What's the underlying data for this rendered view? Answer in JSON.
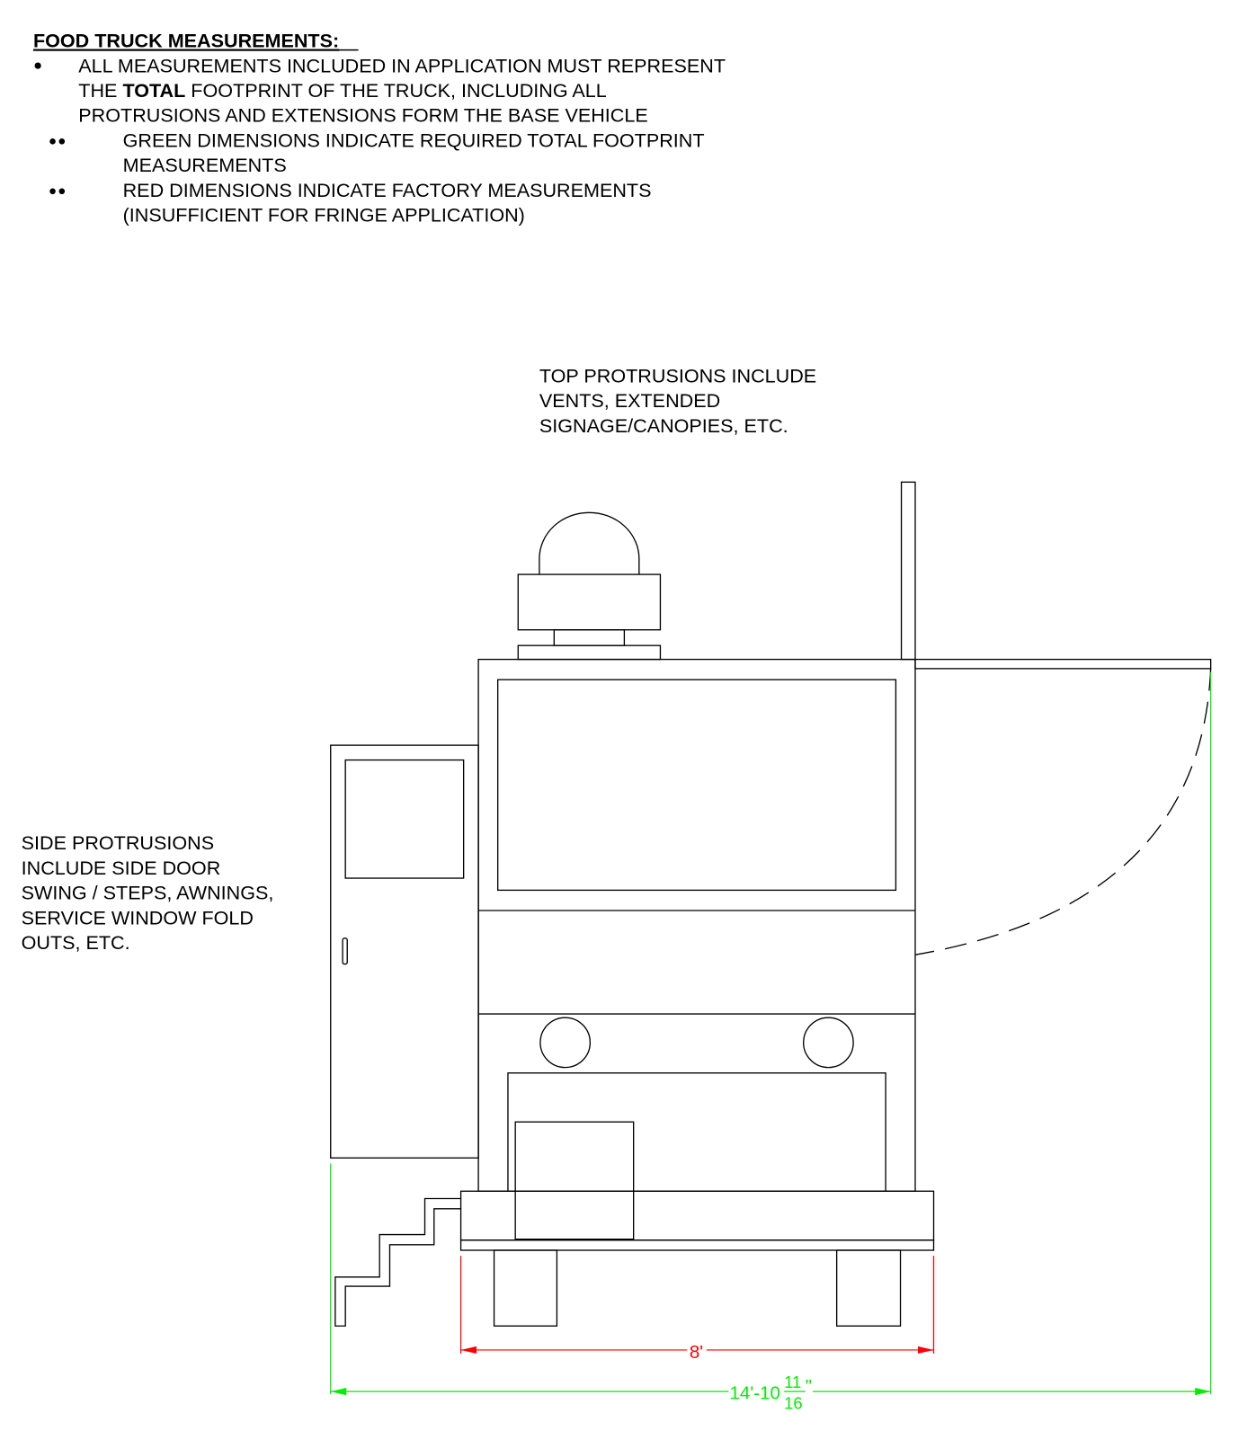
{
  "notes": {
    "title": "FOOD TRUCK MEASUREMENTS:",
    "bullet1": {
      "line1": "ALL MEASUREMENTS INCLUDED IN APPLICATION MUST REPRESENT",
      "line2_pre": "THE ",
      "line2_bold": "TOTAL",
      "line2_post": " FOOTPRINT OF THE TRUCK, INCLUDING ALL",
      "line3": "PROTRUSIONS AND EXTENSIONS FORM THE BASE VEHICLE"
    },
    "sub1": {
      "line1": "GREEN DIMENSIONS INDICATE REQUIRED TOTAL FOOTPRINT",
      "line2": "MEASUREMENTS"
    },
    "sub2": {
      "line1": "RED DIMENSIONS INDICATE FACTORY MEASUREMENTS",
      "line2": "(INSUFFICIENT FOR FRINGE APPLICATION)"
    }
  },
  "annotations": {
    "top": [
      "TOP PROTRUSIONS INCLUDE",
      "VENTS, EXTENDED",
      "SIGNAGE/CANOPIES, ETC."
    ],
    "side": [
      "SIDE PROTRUSIONS",
      "INCLUDE SIDE DOOR",
      "SWING / STEPS, AWNINGS,",
      "SERVICE WINDOW FOLD",
      "OUTS, ETC."
    ]
  },
  "dimensions": {
    "factory": {
      "label": "8'",
      "color": "#ff0000"
    },
    "total": {
      "label_main": "14'-10",
      "numerator": "11",
      "denominator": "16",
      "inch_mark": "\"",
      "color": "#00ee00"
    }
  }
}
